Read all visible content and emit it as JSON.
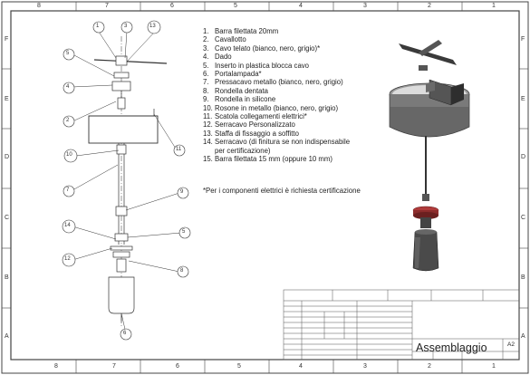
{
  "grid": {
    "columns_top": [
      "8",
      "7",
      "6",
      "5",
      "4",
      "3",
      "2",
      "1"
    ],
    "columns_bottom": [
      "8",
      "7",
      "6",
      "5",
      "4",
      "3",
      "2",
      "1"
    ],
    "rows_left": [
      "F",
      "E",
      "D",
      "C",
      "B",
      "A"
    ],
    "rows_right": [
      "F",
      "E",
      "D",
      "C",
      "B",
      "A"
    ]
  },
  "parts_list": [
    {
      "num": "1.",
      "text": "Barra filettata 20mm"
    },
    {
      "num": "2.",
      "text": "Cavallotto"
    },
    {
      "num": "3.",
      "text": "Cavo telato (bianco, nero, grigio)*"
    },
    {
      "num": "4.",
      "text": "Dado"
    },
    {
      "num": "5.",
      "text": "Inserto in plastica blocca cavo"
    },
    {
      "num": "6.",
      "text": "Portalampada*"
    },
    {
      "num": "7.",
      "text": "Pressacavo metallo (bianco, nero, grigio)"
    },
    {
      "num": "8.",
      "text": "Rondella dentata"
    },
    {
      "num": "9.",
      "text": "Rondella in silicone"
    },
    {
      "num": "10.",
      "text": "Rosone in metallo (bianco, nero, grigio)"
    },
    {
      "num": "11.",
      "text": "Scatola collegamenti elettrici*"
    },
    {
      "num": "12.",
      "text": "Serracavo Personalizzato"
    },
    {
      "num": "13.",
      "text": "Staffa di fissaggio a soffitto"
    },
    {
      "num": "14.",
      "text": "Serracavo (di finitura se non indispensabile",
      "cont": "per certificazione)"
    },
    {
      "num": "15.",
      "text": "Barra filettata 15 mm (oppure 10 mm)"
    }
  ],
  "note": "*Per i componenti elettrici è richiesta certificazione",
  "balloons": [
    "1",
    "3",
    "13",
    "5",
    "4",
    "2",
    "11",
    "10",
    "7",
    "9",
    "14",
    "5",
    "12",
    "8",
    "6"
  ],
  "title_block": {
    "title": "Assemblaggio",
    "size": "A2"
  },
  "colors": {
    "line": "#333333",
    "metal_dark": "#3a3a3a",
    "metal_mid": "#8a8a8a",
    "red_washer": "#b03a3a",
    "shade_inner": "#d9d9d9"
  }
}
